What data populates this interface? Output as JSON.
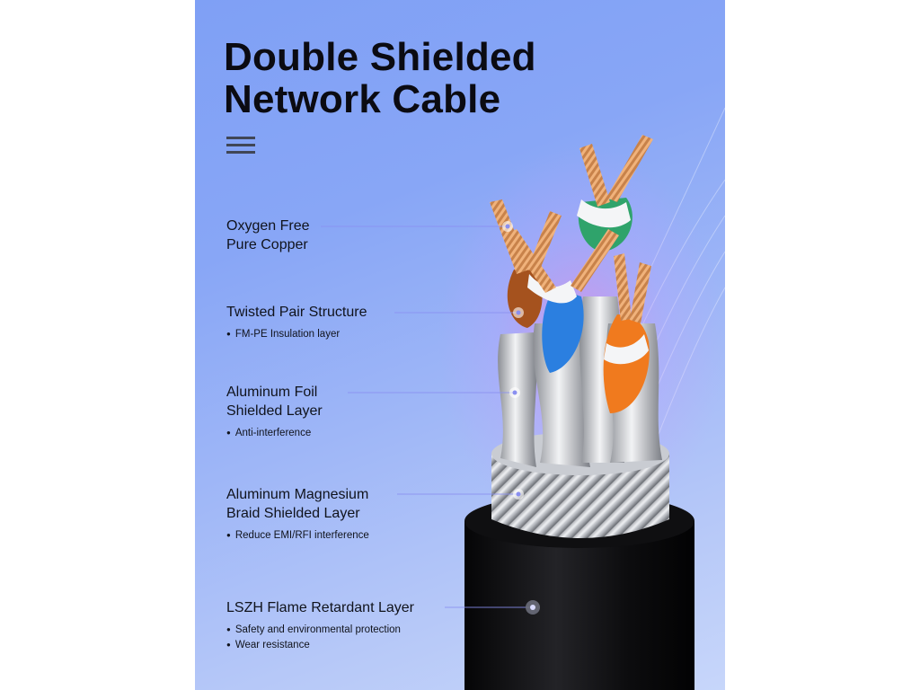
{
  "title": {
    "line1": "Double Shielded",
    "line2": "Network Cable"
  },
  "icons": {
    "menu": "menu-icon"
  },
  "colors": {
    "background_top": "#7fa0f5",
    "background_bottom": "#c7d6fa",
    "title_text": "#0b0b12",
    "cable_jacket": "#121214",
    "copper": "#c8824a",
    "insulation_orange": "#f07a1e",
    "insulation_blue": "#2b7fe0",
    "insulation_green": "#2fa36b",
    "insulation_brown": "#a5521e"
  },
  "layers": [
    {
      "label_lines": [
        "Oxygen Free",
        "Pure Copper"
      ],
      "bullets": []
    },
    {
      "label_lines": [
        "Twisted Pair Structure"
      ],
      "bullets": [
        "FM-PE Insulation layer"
      ]
    },
    {
      "label_lines": [
        "Aluminum Foil",
        "Shielded Layer"
      ],
      "bullets": [
        "Anti-interference"
      ]
    },
    {
      "label_lines": [
        "Aluminum Magnesium",
        "Braid Shielded Layer"
      ],
      "bullets": [
        "Reduce EMI/RFI interference"
      ]
    },
    {
      "label_lines": [
        "LSZH Flame Retardant Layer"
      ],
      "bullets": [
        "Safety and environmental protection",
        "Wear resistance"
      ]
    }
  ]
}
